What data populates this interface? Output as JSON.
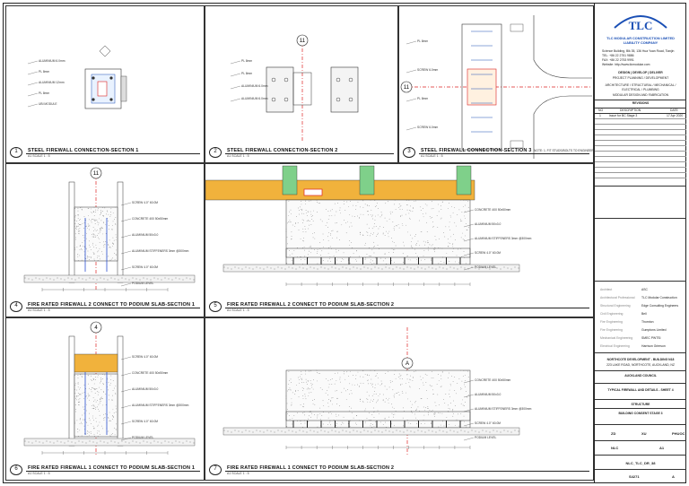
{
  "details": [
    {
      "id": "d1",
      "num": "1",
      "title": "STEEL FIREWALL CONNECTION-SECTION 1",
      "scale": "A1 SCALE 1 : 5",
      "labels": [
        "ALUMINIUM 6.0mm",
        "PL 8mm",
        "ALUMINIUM 12mm",
        "PL 8mm",
        "UBI MODULE"
      ]
    },
    {
      "id": "d2",
      "num": "2",
      "title": "STEEL FIREWALL CONNECTION-SECTION 2",
      "scale": "A1 SCALE 1 : 5",
      "grid": "11",
      "labels": [
        "PL 8mm",
        "PL 8mm",
        "ALUMINIUM 6.0mm",
        "ALUMINIUM 6.0mm"
      ]
    },
    {
      "id": "d3",
      "num": "3",
      "title": "STEEL FIREWALL CONNECTION-SECTION 3",
      "scale": "A1 SCALE 1 : 5",
      "grid": "11",
      "labels": [
        "PL 8mm",
        "SCREW 6.0mm",
        "PL 8mm",
        "SCREW 6.0mm"
      ],
      "note": "NOTE: 1. FIT STUDS/BOLTS TO ENGINEER'S DETAILS"
    },
    {
      "id": "d4",
      "num": "4",
      "title": "FIRE RATED FIREWALL 2 CONNECT TO PODIUM SLAB-SECTION 1",
      "scale": "A1 SCALE 1 : 5",
      "grid": "11",
      "labels": [
        "SCREW 4.0\" 60.0M",
        "CONCRETE 400 50x50mm",
        "ALUMINIUM 50x3.0",
        "ALUMINIUM STIFFENERS 3mm @300mm",
        "SCREW 4.0\" 60.0M",
        "PODIUM LEVEL"
      ]
    },
    {
      "id": "d5",
      "num": "5",
      "title": "FIRE RATED FIREWALL 2 CONNECT TO PODIUM SLAB-SECTION 2",
      "scale": "A1 SCALE 1 : 5",
      "labels": [
        "CONCRETE 400 50x50mm",
        "ALUMINIUM 50x3.0",
        "ALUMINIUM STIFFENERS 3mm @300mm",
        "SCREW 4.0\" 60.0M",
        "PODIUM LEVEL"
      ]
    },
    {
      "id": "d6",
      "num": "6",
      "title": "FIRE RATED FIREWALL 1 CONNECT TO PODIUM SLAB-SECTION 1",
      "scale": "A1 SCALE 1 : 5",
      "grid": "4",
      "labels": [
        "SCREW 4.0\" 60.0M",
        "CONCRETE 400 50x50mm",
        "ALUMINIUM 50x3.0",
        "ALUMINIUM STIFFENERS 3mm @300mm",
        "SCREW 4.0\" 60.0M",
        "PODIUM LEVEL"
      ]
    },
    {
      "id": "d7",
      "num": "7",
      "title": "FIRE RATED FIREWALL 1 CONNECT TO PODIUM SLAB-SECTION 2",
      "scale": "A1 SCALE 1 : 5",
      "grid": "A",
      "labels": [
        "CONCRETE 400 50x50mm",
        "ALUMINIUM 50x3.0",
        "ALUMINIUM STIFFENERS 3mm @300mm",
        "SCREW 4.0\" 60.0M",
        "PODIUM LEVEL"
      ]
    }
  ],
  "title_block": {
    "logo": "TLC",
    "company": "TLC MODULAR CONSTRUCTION LIMITED LIABILITY COMPANY",
    "address": [
      "Science Building, Blk 35, 136 Hua Yuan Road, Tianjin",
      "TEL: +86 22 2751 9886",
      "FAX: +86 22 2753 9991",
      "Website: http://www.tlcmodular.com"
    ],
    "services": [
      "DESIGN | DEVELOP | DELIVER",
      "PROJECT PLANNING / DEVELOPMENT",
      "ARCHITECTURE / STRUCTURAL / MECHANICAL / ELECTRICAL / PLUMBING",
      "MODULAR DESIGN AND FABRICATION"
    ],
    "revisions_title": "REVISIONS",
    "rev_headers": [
      "NO",
      "DESCRIPTION",
      "DATE"
    ],
    "revisions": [
      {
        "no": "1",
        "desc": "Issue for BC Stage 3",
        "date": "17 Apr 2020"
      }
    ],
    "consultants": [
      {
        "role": "Architect",
        "name": "ASC"
      },
      {
        "role": "Architectural Professional",
        "name": "TLC Modular Construction"
      },
      {
        "role": "Structural Engineering",
        "name": "Edge Consulting Engineers"
      },
      {
        "role": "Civil Engineering",
        "name": "Bell"
      },
      {
        "role": "Fire Engineering",
        "name": "Thornton"
      },
      {
        "role": "Fire Engineering",
        "name": "Gumptons Limited"
      },
      {
        "role": "Mechanical Engineering",
        "name": "SMEC PWTSI"
      },
      {
        "role": "Electrical Engineering",
        "name": "Harrison Grierson"
      }
    ],
    "project": "NORTHCOTE DEVELOPMENT - BUILDING N18",
    "project_addr": "223 LAKE ROAD, NORTHCOTE, AUCKLAND, NZ",
    "council": "AUCKLAND COUNCIL",
    "sheet_title": "TYPICAL FIREWALL AND DETAILS - SHEET 4",
    "discipline": "STRUCTURE",
    "stage": "BUILDING CONSENT STAGE 3",
    "meta": [
      {
        "k": "DRAWN",
        "v": "ZD"
      },
      {
        "k": "CHECKED",
        "v": "XU"
      },
      {
        "k": "APPROVED",
        "v": "PHUOC"
      }
    ],
    "scale_row": [
      {
        "k": "SCALE",
        "v": "NLC"
      },
      {
        "k": "SIZE",
        "v": "A1"
      }
    ],
    "drawing_no": "NLC_TLC_DR_38",
    "sheet_no": "S4271",
    "rev": "A"
  }
}
